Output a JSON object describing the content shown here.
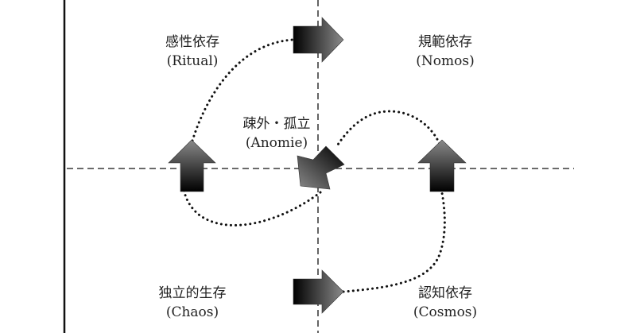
{
  "quadrants": {
    "top_left": {
      "name": "感性依存",
      "sub": "(Ritual)"
    },
    "top_right": {
      "name": "規範依存",
      "sub": "(Nomos)"
    },
    "center": {
      "name": "疎外・孤立",
      "sub": "(Anomie)"
    },
    "bottom_left": {
      "name": "独立的生存",
      "sub": "(Chaos)"
    },
    "bottom_right": {
      "name": "認知依存",
      "sub": "(Cosmos)"
    }
  },
  "colors": {
    "ink": "#111111",
    "arrow_dark": "#000000",
    "arrow_light": "#8a8a8a",
    "text": "#222222"
  },
  "icons": {
    "arrow_shape": "block-arrow"
  }
}
